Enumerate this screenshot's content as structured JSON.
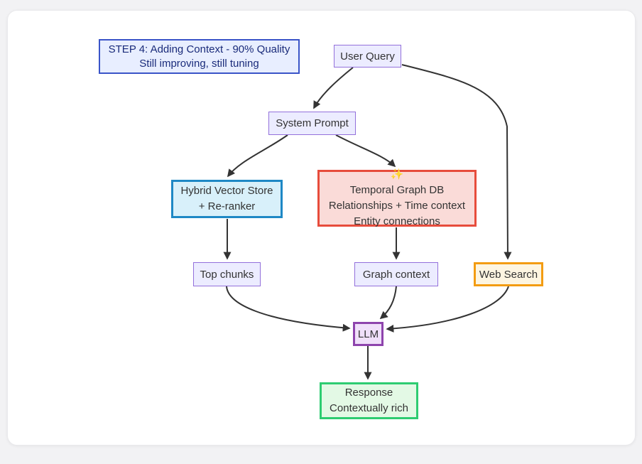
{
  "diagram": {
    "step_label": {
      "line1": "STEP 4: Adding Context - 90% Quality",
      "line2": "Still improving, still tuning"
    },
    "nodes": {
      "user_query": "User Query",
      "system_prompt": "System Prompt",
      "hybrid_vector": {
        "line1": "Hybrid Vector Store",
        "line2": "+ Re-ranker"
      },
      "temporal_graph": {
        "icon": "✨",
        "line1": "Temporal Graph DB",
        "line2": "Relationships + Time context",
        "line3": "Entity connections"
      },
      "top_chunks": "Top chunks",
      "graph_context": "Graph context",
      "web_search": "Web Search",
      "llm": "LLM",
      "response": {
        "line1": "Response",
        "line2": "Contextually rich"
      }
    }
  },
  "colors": {
    "page_bg": "#f2f2f4",
    "card_bg": "#ffffff",
    "edge": "#333333",
    "node_text": "#333333",
    "lavender_fill": "#ececff",
    "lavender_border": "#9370db",
    "step_fill": "#e8eeff",
    "step_border": "#3a54c8",
    "step_text": "#1a2b7a",
    "blue_fill": "#d8f0fa",
    "blue_border": "#1e88c5",
    "red_fill": "#fadbd8",
    "red_border": "#e74c3c",
    "cream_fill": "#fdf5e1",
    "orange_border": "#f39c12",
    "purple_fill": "#f0e0fa",
    "purple_border": "#8e44ad",
    "green_fill": "#e3f9e5",
    "green_border": "#2ecc71",
    "sparkle": "#f5b942"
  }
}
